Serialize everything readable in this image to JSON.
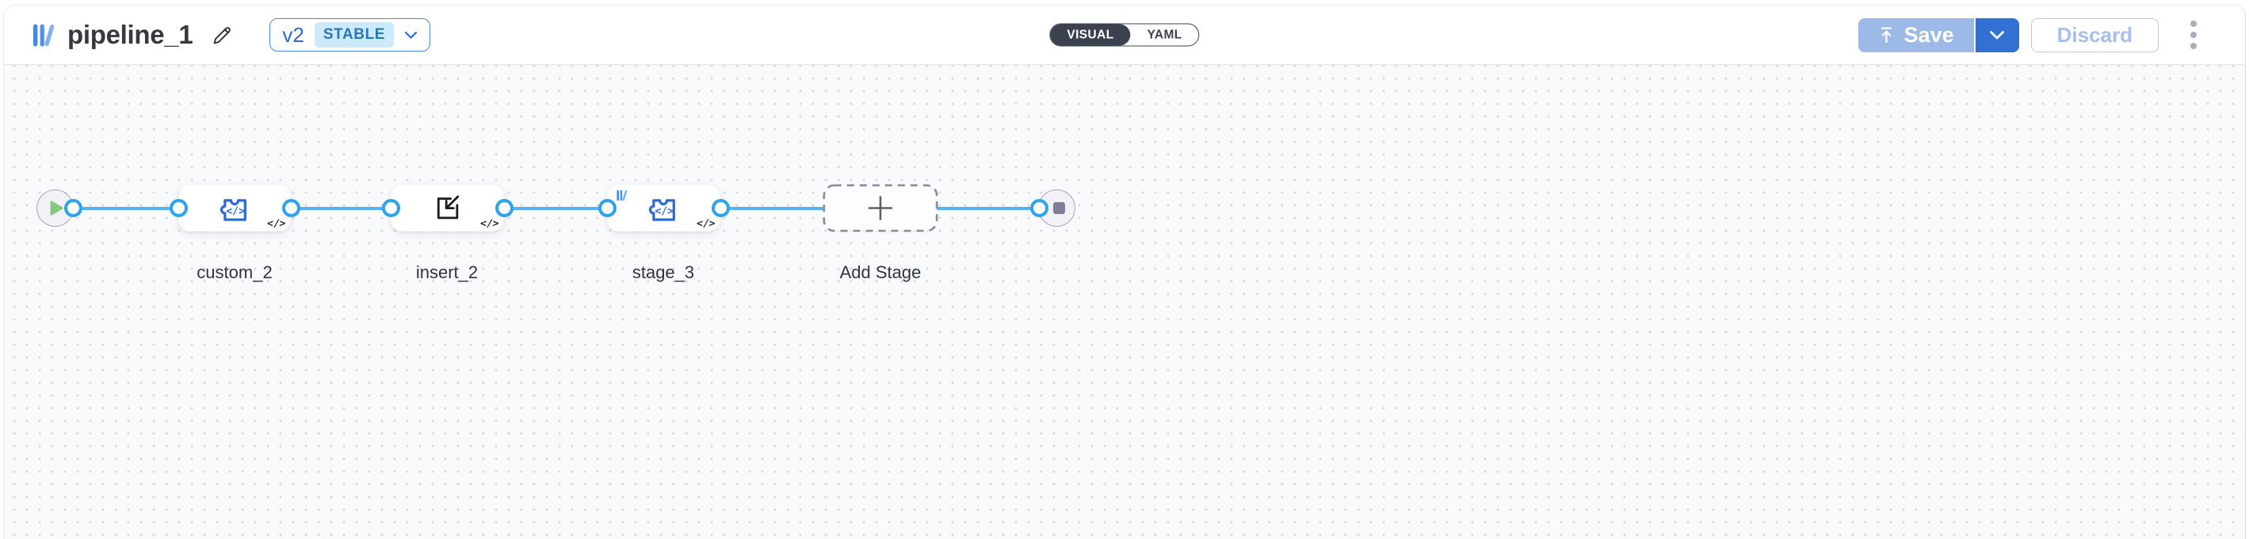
{
  "header": {
    "title": "pipeline_1",
    "version": {
      "label": "v2",
      "status_badge": "STABLE"
    },
    "mode_toggle": {
      "options": [
        "VISUAL",
        "YAML"
      ],
      "selected": "VISUAL"
    },
    "actions": {
      "save": "Save",
      "discard": "Discard"
    }
  },
  "canvas": {
    "stages": [
      {
        "label": "custom_2",
        "icon": "puzzle-code-icon",
        "code_badge": "</>"
      },
      {
        "label": "insert_2",
        "icon": "box-arrow-in-icon",
        "code_badge": "</>"
      },
      {
        "label": "stage_3",
        "icon": "puzzle-code-icon",
        "code_badge": "</>",
        "marker": "library-logo"
      },
      {
        "label": "Add Stage",
        "icon": "plus-icon"
      }
    ],
    "endpoints": {
      "start": "play",
      "end": "stop"
    }
  },
  "colors": {
    "edge_blue": "#58b2f1",
    "port_blue": "#2fa2ee",
    "icon_blue": "#2d6bd0",
    "accent_blue": "#2b6ade",
    "stable_badge_bg": "#cdeafb",
    "stable_badge_text": "#2579bb",
    "save_disabled_bg": "#9cb9e8",
    "save_caret_bg": "#3370d4",
    "toggle_dark": "#3b414f",
    "play_green": "#84c97d",
    "canvas_bg": "#f9fafc"
  }
}
